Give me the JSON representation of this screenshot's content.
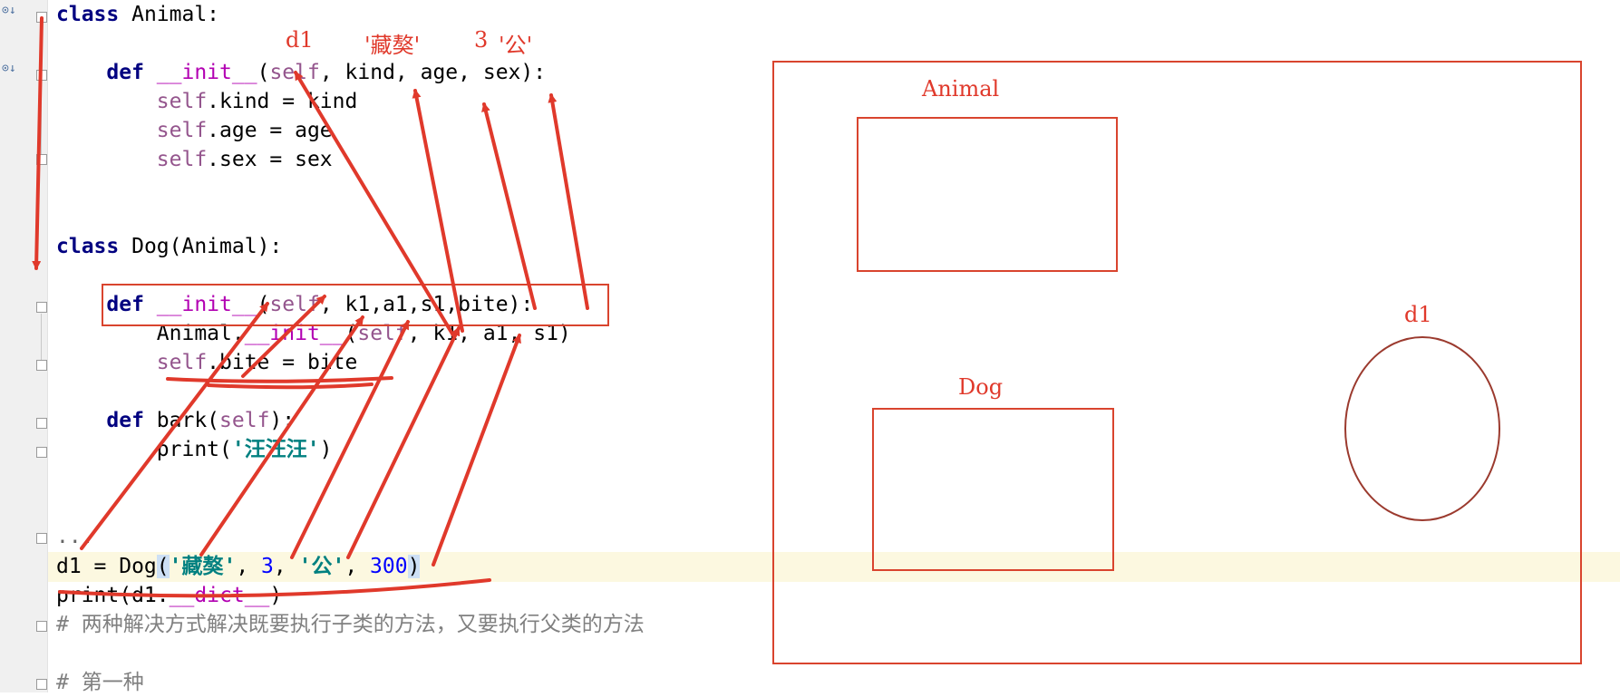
{
  "editor": {
    "lines": [
      {
        "id": "l1",
        "text": "class Animal:"
      },
      {
        "id": "l2",
        "text": "    def __init__(self, kind, age, sex):"
      },
      {
        "id": "l3",
        "text": "        self.kind = kind"
      },
      {
        "id": "l4",
        "text": "        self.age = age"
      },
      {
        "id": "l5",
        "text": "        self.sex = sex"
      },
      {
        "id": "l6",
        "text": "class Dog(Animal):"
      },
      {
        "id": "l7",
        "text": "    def __init__(self, k1,a1,s1,bite):"
      },
      {
        "id": "l8",
        "text": "        Animal.__init__(self, k1, a1, s1)"
      },
      {
        "id": "l9",
        "text": "        self.bite = bite"
      },
      {
        "id": "l10",
        "text": "    def bark(self):"
      },
      {
        "id": "l11",
        "text": "        print('汪汪汪')"
      },
      {
        "id": "l12",
        "text": "..."
      },
      {
        "id": "l13",
        "text": "d1 = Dog('藏獒', 3, '公', 300)"
      },
      {
        "id": "l14",
        "text": "print(d1.__dict__)"
      },
      {
        "id": "l15",
        "text": "# 两种解决方式解决既要执行子类的方法，又要执行父类的方法"
      },
      {
        "id": "l16",
        "text": "# 第一种"
      }
    ]
  },
  "annotations": {
    "arg_labels": {
      "d1": "d1",
      "kind": "'藏獒'",
      "age": "3",
      "sex": "'公'"
    },
    "diagram": {
      "animal_label": "Animal",
      "dog_label": "Dog",
      "d1_label": "d1"
    }
  },
  "colors": {
    "annotation_red": "#e0392b",
    "keyword": "#000080",
    "self": "#94558d",
    "string": "#008080",
    "number": "#0000ff",
    "comment": "#808080",
    "current_line": "#fcf8e0"
  }
}
